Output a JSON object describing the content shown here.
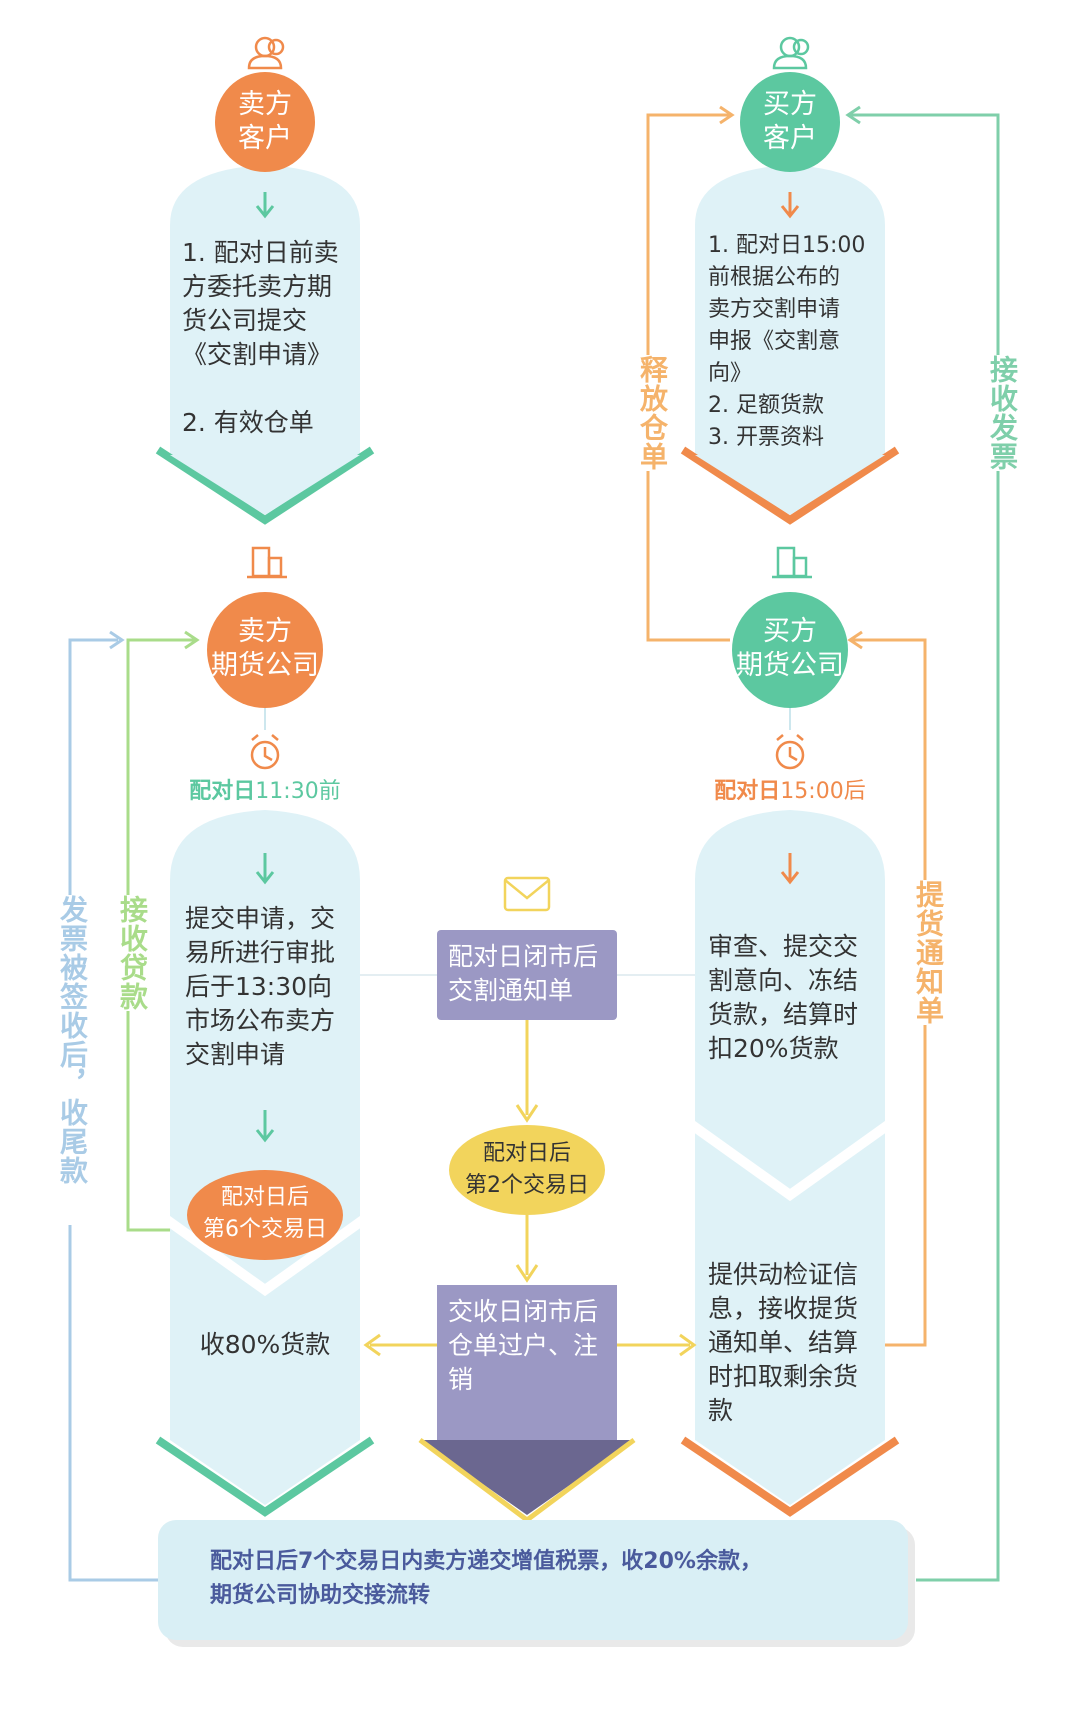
{
  "seller_client": {
    "label_line1": "卖方",
    "label_line2": "客户"
  },
  "buyer_client": {
    "label_line1": "买方",
    "label_line2": "客户"
  },
  "seller_step1": {
    "lines": [
      "1. 配对日前卖",
      "方委托卖方期",
      "货公司提交",
      "《交割申请》",
      "",
      "2. 有效仓单"
    ]
  },
  "buyer_step1": {
    "lines": [
      "1. 配对日15:00",
      "前根据公布的",
      "卖方交割申请",
      "申报《交割意",
      "向》",
      "2. 足额货款",
      "3. 开票资料"
    ]
  },
  "seller_futures": {
    "label_line1": "卖方",
    "label_line2": "期货公司"
  },
  "buyer_futures": {
    "label_line1": "买方",
    "label_line2": "期货公司"
  },
  "seller_time": {
    "bold": "配对日",
    "rest": "11:30前"
  },
  "buyer_time": {
    "bold": "配对日",
    "rest": "15:00后"
  },
  "seller_step2": {
    "lines": [
      "提交申请，交",
      "易所进行审批",
      "后于13:30向",
      "市场公布卖方",
      "交割申请"
    ]
  },
  "seller_badge": {
    "line1": "配对日后",
    "line2": "第6个交易日"
  },
  "seller_step3": {
    "text": "收80%货款"
  },
  "center_box1": {
    "line1": "配对日闭市后",
    "line2": "交割通知单"
  },
  "center_oval": {
    "line1": "配对日后",
    "line2": "第2个交易日"
  },
  "center_box2": {
    "line1": "交收日闭市后",
    "line2": "仓单过户、注",
    "line3": "销"
  },
  "buyer_step2": {
    "lines": [
      "审查、提交交",
      "割意向、冻结",
      "货款，结算时",
      "扣20%货款"
    ]
  },
  "buyer_step3": {
    "lines": [
      "提供动检证信",
      "息，接收提货",
      "通知单、结算",
      "时扣取剩余货",
      "款"
    ]
  },
  "side_labels": {
    "invoice_signed": "发票被签收后，收尾款",
    "receive_payment": "接收贷款",
    "release_receipt": "释放仓单",
    "receive_invoice": "接收发票",
    "delivery_notice": "提货通知单"
  },
  "bottom": {
    "line1": "配对日后7个交易日内卖方递交增值税票，收20%余款，",
    "line2": "期货公司协助交接流转"
  },
  "colors": {
    "orange": "#f08a4b",
    "green": "#5cc8a0",
    "light_blue": "#dff2f7",
    "purple": "#9b98c4",
    "yellow": "#f2d45c",
    "dark_purple": "#6b6790",
    "side_blue": "#a9cbe6",
    "side_green": "#a9dc8a",
    "side_orange": "#f5b36b",
    "side_teal": "#7fcfaa"
  },
  "icons": [
    "person-icon",
    "building-icon",
    "alarm-clock-icon",
    "envelope-icon"
  ]
}
